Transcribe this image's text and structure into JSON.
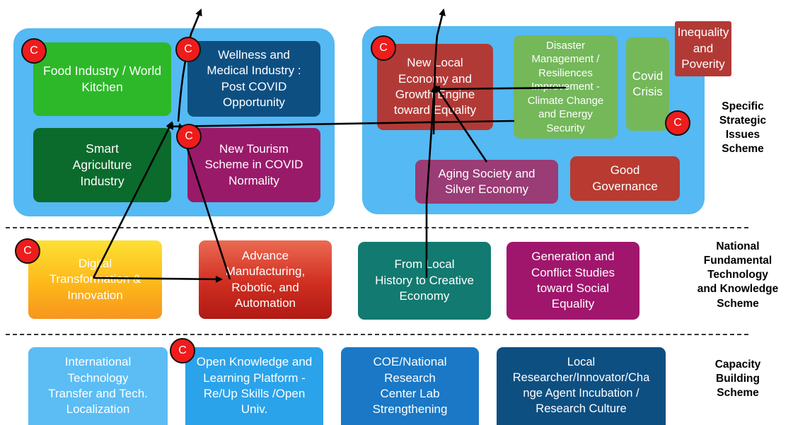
{
  "badge_label": "C",
  "schemes": {
    "strategic": "Specific\nStrategic\nIssues\nScheme",
    "fundamental": "National\nFundamental\nTechnology\nand Knowledge\nScheme",
    "capacity": "Capacity\nBuilding\nScheme"
  },
  "boxes": {
    "food": "Food Industry / World\nKitchen",
    "wellness": "Wellness and\nMedical Industry :\nPost COVID\nOpportunity",
    "smart_agri": "Smart\nAgriculture\nIndustry",
    "tourism": "New Tourism\nScheme in COVID\nNormality",
    "local_economy": "New Local\nEconomy and\nGrowth Engine\ntoward Equality",
    "disaster": "Disaster\nManagement /\nResiliences\nImprovement -\nClimate Change\nand Energy\nSecurity",
    "covid": "Covid\nCrisis",
    "inequality": "Inequality\nand\nPoverity",
    "aging": "Aging Society and\nSilver Economy",
    "governance": "Good\nGovernance",
    "digital": "Digital\nTransformation &\nInnovation",
    "manufacturing": "Advance\nManufacturing,\nRobotic, and\nAutomation",
    "history": "From Local\nHistory to Creative\nEconomy",
    "generation": "Generation and\nConflict Studies\ntoward Social\nEquality",
    "intl_tech": "International\nTechnology\nTransfer and Tech.\nLocalization",
    "open_knowledge": "Open Knowledge and\nLearning Platform -\nRe/Up Skills /Open\nUniv.",
    "coe": "COE/National\nResearch\nCenter Lab\nStrengthening",
    "local_researcher": "Local\nResearcher/Innovator/Cha\nnge Agent Incubation /\nResearch Culture"
  },
  "colors": {
    "panel": "#55b9f3",
    "badge": "#ee1c1c",
    "food": "#2db829",
    "wellness": "#0e4f82",
    "smart_agri": "#0a6b2c",
    "tourism": "#9a1a6a",
    "local_economy": "#b23a36",
    "disaster": "#74b85a",
    "aging": "#9a3c75",
    "governance": "#b83a30",
    "history": "#127a70",
    "generation": "#a0166d"
  }
}
